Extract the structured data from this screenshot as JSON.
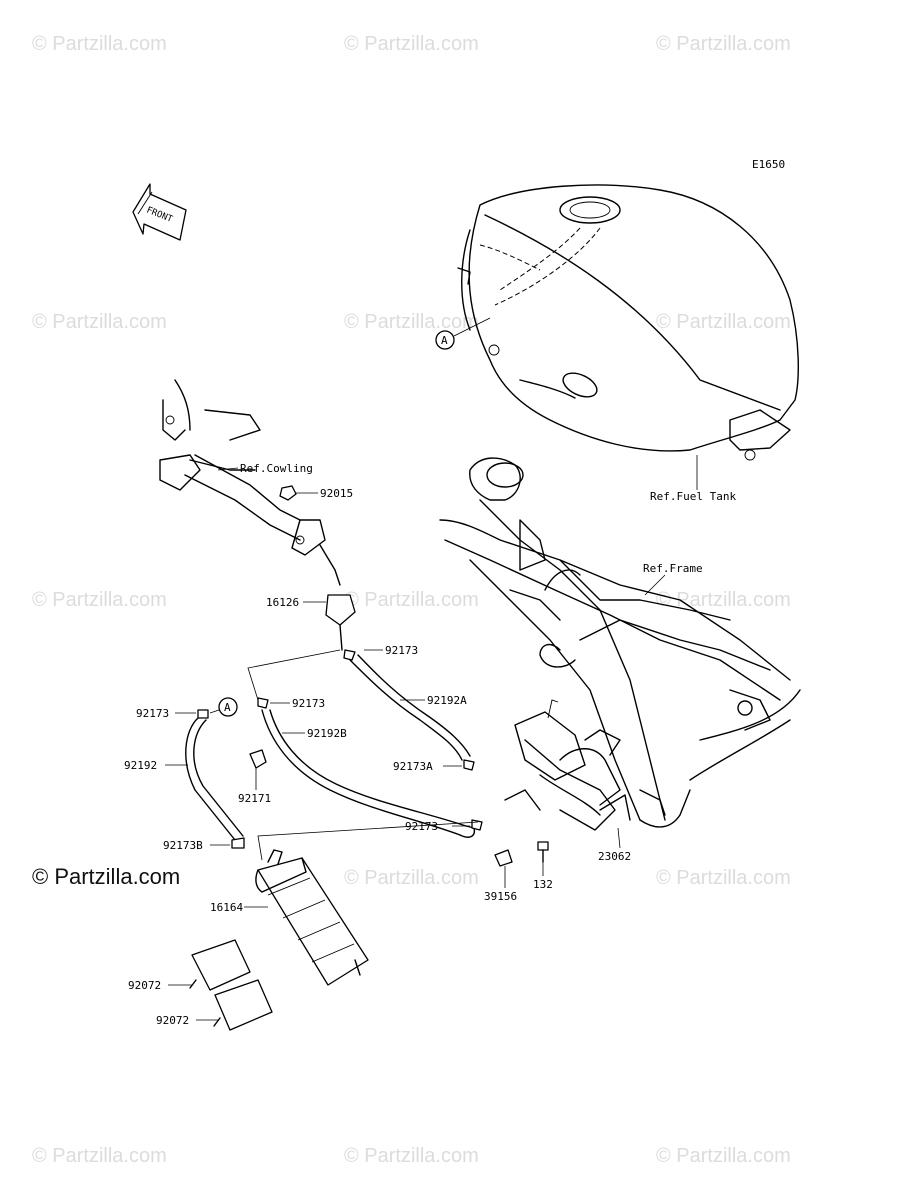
{
  "diagram_code": "E1650",
  "front_arrow_label": "FRONT",
  "watermark": "© Partzilla.com",
  "brand": "© Partzilla.com",
  "callout_marker": "A",
  "references": {
    "cowling": "Ref.Cowling",
    "fuel_tank": "Ref.Fuel Tank",
    "frame": "Ref.Frame"
  },
  "part_labels": [
    "92015",
    "16126",
    "92173",
    "92173",
    "92192A",
    "92173",
    "92192B",
    "92192",
    "92171",
    "92173A",
    "92173",
    "92173B",
    "16164",
    "92072",
    "92072",
    "23062",
    "39156",
    "132"
  ]
}
